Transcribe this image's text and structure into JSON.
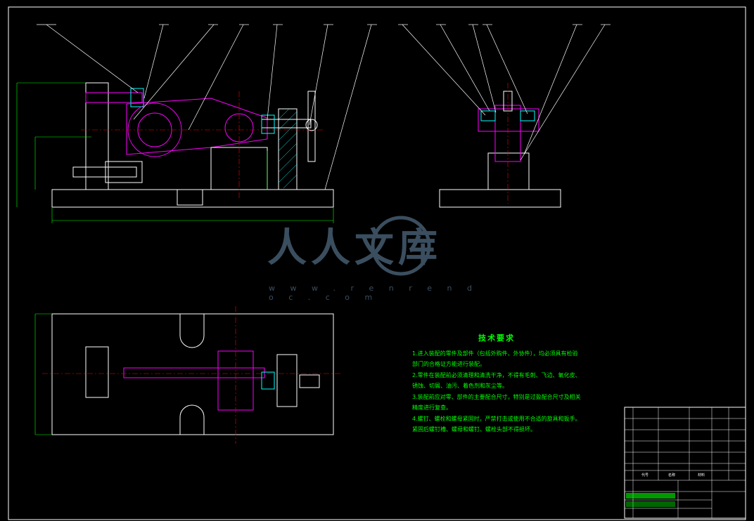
{
  "technical_requirements": {
    "title": "技术要求",
    "lines": [
      "1.进入装配的零件及部件（包括外购件、外协件），均必须具有检验",
      "部门的合格证方能进行装配。",
      "2.零件在装配前必须清理和清洗干净，不得有毛刺、飞边、氧化皮、",
      "锈蚀、切屑、油污、着色剂和灰尘等。",
      "3.装配前应对零、部件的主要配合尺寸，特别是过盈配合尺寸及相关",
      "精度进行复查。",
      "4.螺钉、螺栓和螺母紧固时，严禁打击或使用不合适的旋具和扳手。",
      "紧固后螺钉槽、螺母和螺钉、螺栓头部不得损坏。"
    ]
  },
  "watermark": {
    "text": "人人文库",
    "url": "w w w . r e n r e n d o c . c o m"
  },
  "title_block": {
    "header_cells": [
      "代号",
      "名称",
      "材料"
    ]
  },
  "colors": {
    "outline": "#ffffff",
    "part": "#ff00ff",
    "dimension": "#00ff00",
    "centerline": "#ff0000",
    "hatch": "#00ffff"
  }
}
